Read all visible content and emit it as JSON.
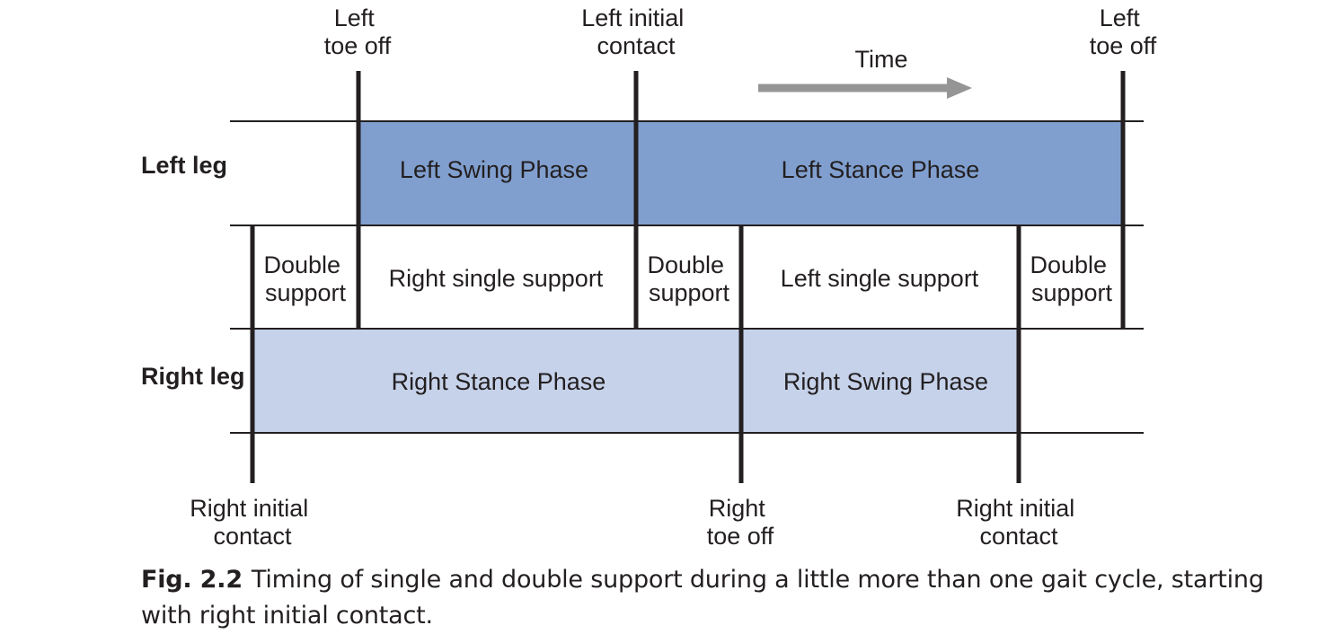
{
  "colors": {
    "left_phase_fill": "#809fcf",
    "right_phase_fill": "#c6d2ea",
    "line": "#231f20",
    "arrow": "#959595"
  },
  "row_labels": {
    "left_leg": "Left leg",
    "right_leg": "Right leg"
  },
  "time": {
    "label": "Time"
  },
  "events_top": {
    "left_toe_off_1": [
      "Left",
      "toe off"
    ],
    "left_initial_contact": [
      "Left initial",
      "contact"
    ],
    "left_toe_off_2": [
      "Left",
      "toe off"
    ]
  },
  "events_bottom": {
    "right_initial_contact_1": [
      "Right initial",
      "contact"
    ],
    "right_toe_off": [
      "Right",
      "toe off"
    ],
    "right_initial_contact_2": [
      "Right initial",
      "contact"
    ]
  },
  "phases": {
    "left_swing": "Left Swing Phase",
    "left_stance": "Left Stance Phase",
    "right_stance": "Right Stance Phase",
    "right_swing": "Right Swing Phase"
  },
  "supports": {
    "double_1": [
      "Double",
      "support"
    ],
    "right_single": "Right single support",
    "double_2": [
      "Double",
      "support"
    ],
    "left_single": "Left single support",
    "double_3": [
      "Double",
      "support"
    ]
  },
  "caption": {
    "fig": "Fig. 2.2",
    "text": "Timing of single and double support during a little more than one gait cycle, starting with right initial contact."
  }
}
